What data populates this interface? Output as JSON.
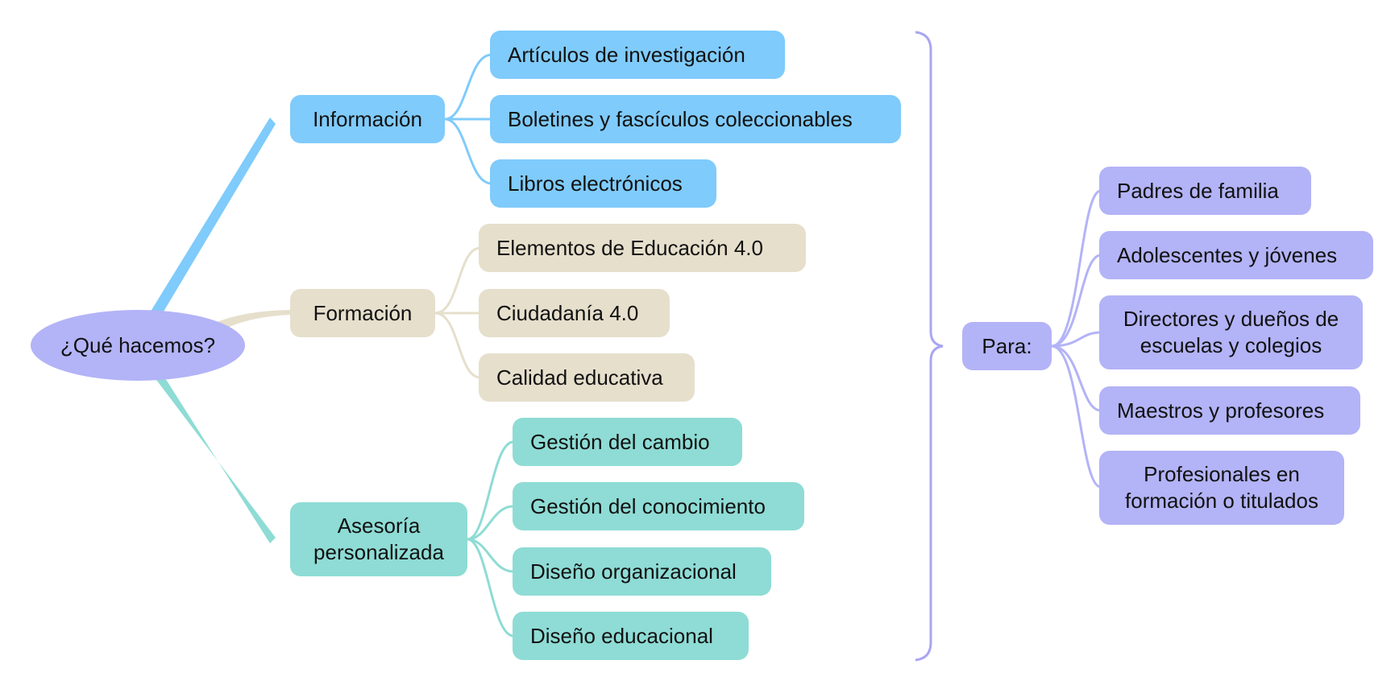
{
  "colors": {
    "root": "#b3b3f7",
    "info": "#7fcbfb",
    "formacion": "#e6dfcc",
    "asesoria": "#8edcd5",
    "audience": "#b3b3f7",
    "bracket": "#a9a6f1",
    "formacion_link": "#e6dfcc"
  },
  "root": {
    "label": "¿Qué hacemos?"
  },
  "branches": [
    {
      "key": "info",
      "label": "Información",
      "children": [
        "Artículos de investigación",
        "Boletines y fascículos coleccionables",
        "Libros electrónicos"
      ]
    },
    {
      "key": "formacion",
      "label": "Formación",
      "children": [
        "Elementos de Educación 4.0",
        "Ciudadanía 4.0",
        "Calidad educativa"
      ]
    },
    {
      "key": "asesoria",
      "label": "Asesoría personalizada",
      "children": [
        "Gestión del cambio",
        "Gestión del conocimiento",
        "Diseño organizacional",
        "Diseño educacional"
      ]
    }
  ],
  "summary": {
    "label": "Para:",
    "children": [
      "Padres de familia",
      "Adolescentes y jóvenes",
      "Directores y dueños de escuelas y colegios",
      "Maestros y profesores",
      "Profesionales en formación o titulados"
    ]
  }
}
